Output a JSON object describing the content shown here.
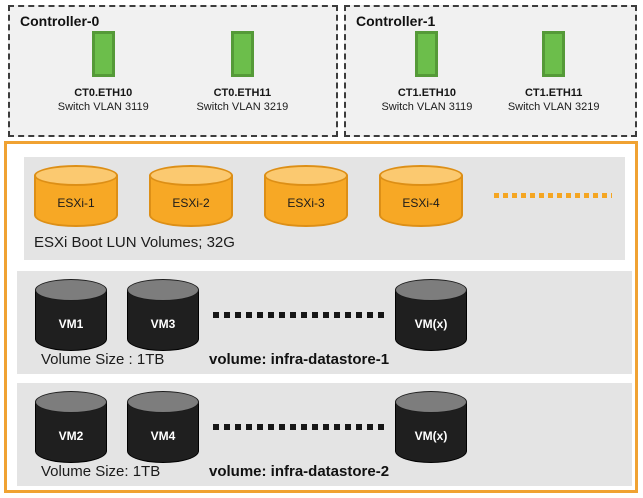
{
  "controllers": [
    {
      "title": "Controller-0",
      "ports": [
        {
          "name": "CT0.ETH10",
          "vlan": "Switch VLAN 3119"
        },
        {
          "name": "CT0.ETH11",
          "vlan": "Switch VLAN 3219"
        }
      ]
    },
    {
      "title": "Controller-1",
      "ports": [
        {
          "name": "CT1.ETH10",
          "vlan": "Switch VLAN 3119"
        },
        {
          "name": "CT1.ETH11",
          "vlan": "Switch VLAN 3219"
        }
      ]
    }
  ],
  "boot_panel": {
    "volumes": [
      "ESXi-1",
      "ESXi-2",
      "ESXi-3",
      "ESXi-4"
    ],
    "caption": "ESXi Boot LUN Volumes; 32G"
  },
  "datastores": [
    {
      "vms": [
        "VM1",
        "VM3"
      ],
      "vm_more": "VM(x)",
      "size_label": "Volume Size : 1TB",
      "volume_label": "volume: infra-datastore-1"
    },
    {
      "vms": [
        "VM2",
        "VM4"
      ],
      "vm_more": "VM(x)",
      "size_label": "Volume Size: 1TB",
      "volume_label": "volume: infra-datastore-2"
    }
  ],
  "colors": {
    "port_green": "#6cbe4b",
    "port_green_border": "#559a38",
    "cylinder_orange": "#f7a825",
    "cylinder_orange_top": "#fbc970",
    "cylinder_orange_border": "#dd8f16",
    "cylinder_dark": "#1f1f1f",
    "cylinder_dark_top": "#7d7d7d",
    "storage_box_border": "#f0a232",
    "panel_gray": "#e4e4e4",
    "controller_gray": "#f1f1f1",
    "dotted_orange": "#f5a623",
    "dotted_dark": "#161616"
  }
}
